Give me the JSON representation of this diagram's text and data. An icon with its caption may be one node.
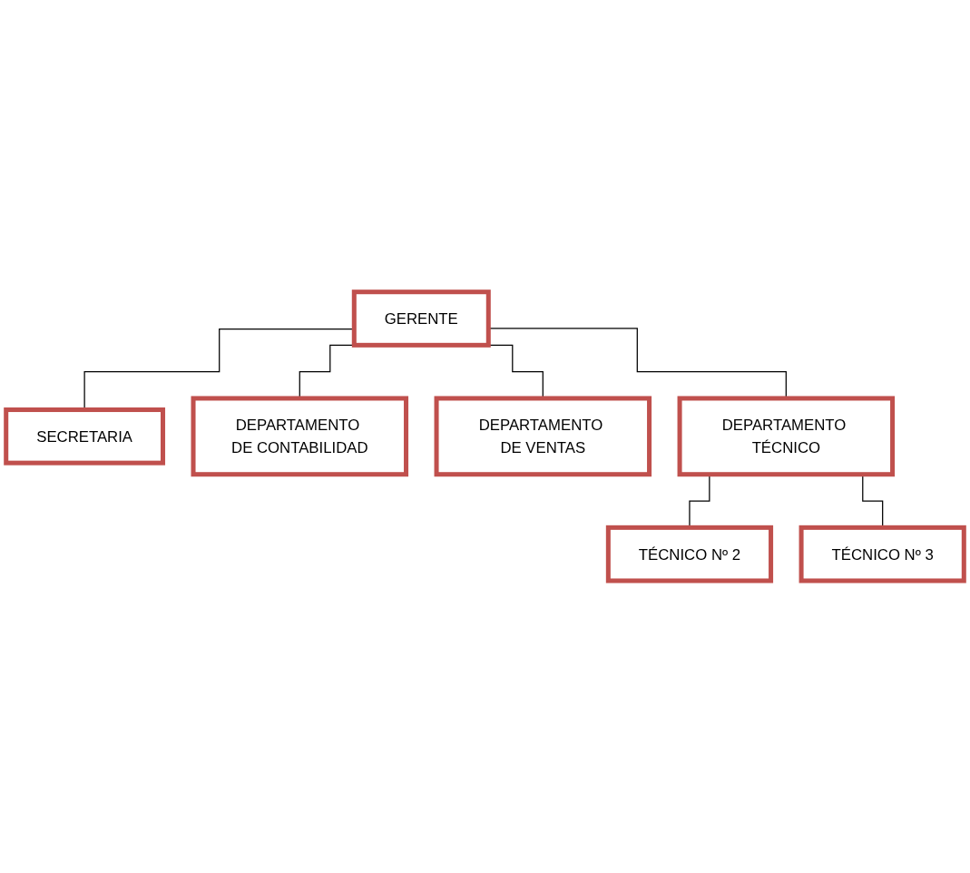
{
  "diagram": {
    "nodes": [
      {
        "text": [
          "GERENTE"
        ]
      },
      {
        "text": [
          "SECRETARIA"
        ]
      },
      {
        "text": [
          "DEPARTAMENTO DE CONTABILIDAD"
        ]
      },
      {
        "text": [
          "DEPARTAMENTO DE VENTAS"
        ]
      },
      {
        "text": [
          "DEPARTAMENTO TÉCNICO"
        ]
      },
      {
        "text": [
          "TÉCNICO Nº 2"
        ]
      },
      {
        "text": [
          "TÉCNICO Nº 3"
        ]
      }
    ],
    "edges": [
      {
        "from": 0,
        "to": 1,
        "arrow": "none"
      },
      {
        "from": 0,
        "to": 2,
        "arrow": "none"
      },
      {
        "from": 0,
        "to": 3,
        "arrow": "none"
      },
      {
        "from": 0,
        "to": 4,
        "arrow": "none"
      },
      {
        "from": 4,
        "to": 5,
        "arrow": "none"
      },
      {
        "from": 4,
        "to": 6,
        "arrow": "none"
      }
    ]
  }
}
